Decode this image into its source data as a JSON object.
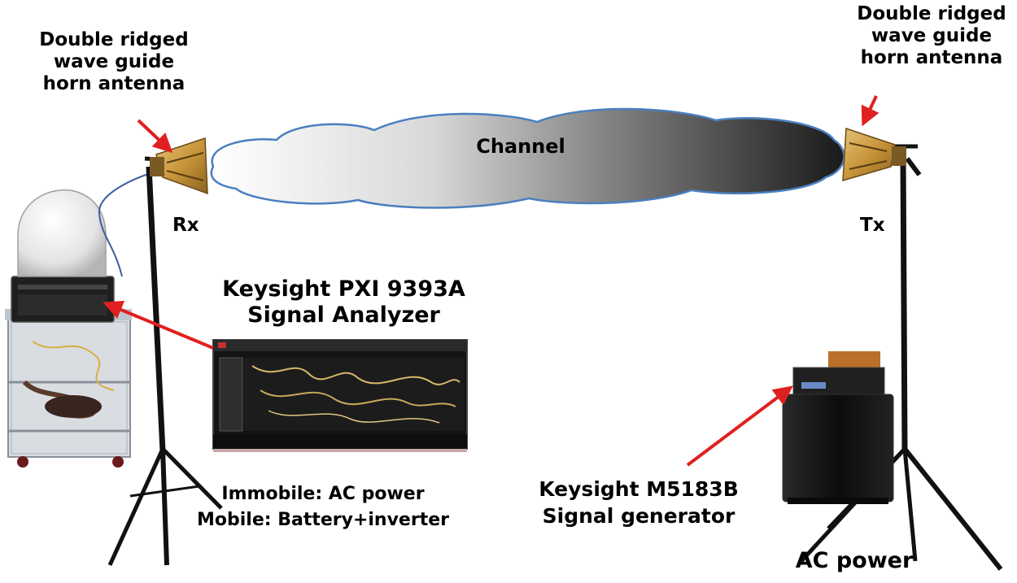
{
  "labels": {
    "rx_antenna": [
      "Double ridged",
      "wave guide",
      "horn antenna"
    ],
    "tx_antenna": [
      "Double ridged",
      "wave guide",
      "horn antenna"
    ],
    "channel": "Channel",
    "rx": "Rx",
    "tx": "Tx",
    "analyzer": [
      "Keysight PXI 9393A",
      "Signal Analyzer"
    ],
    "power_modes": [
      "Immobile: AC power",
      "Mobile: Battery+inverter"
    ],
    "generator": [
      "Keysight M5183B",
      "Signal generator"
    ],
    "tx_power": "AC power"
  },
  "colors": {
    "arrow": "#e02020",
    "text": "#000000",
    "cloud_edge": "#4a7fc0",
    "antenna": "#c89a3c",
    "stand": "#111111"
  }
}
